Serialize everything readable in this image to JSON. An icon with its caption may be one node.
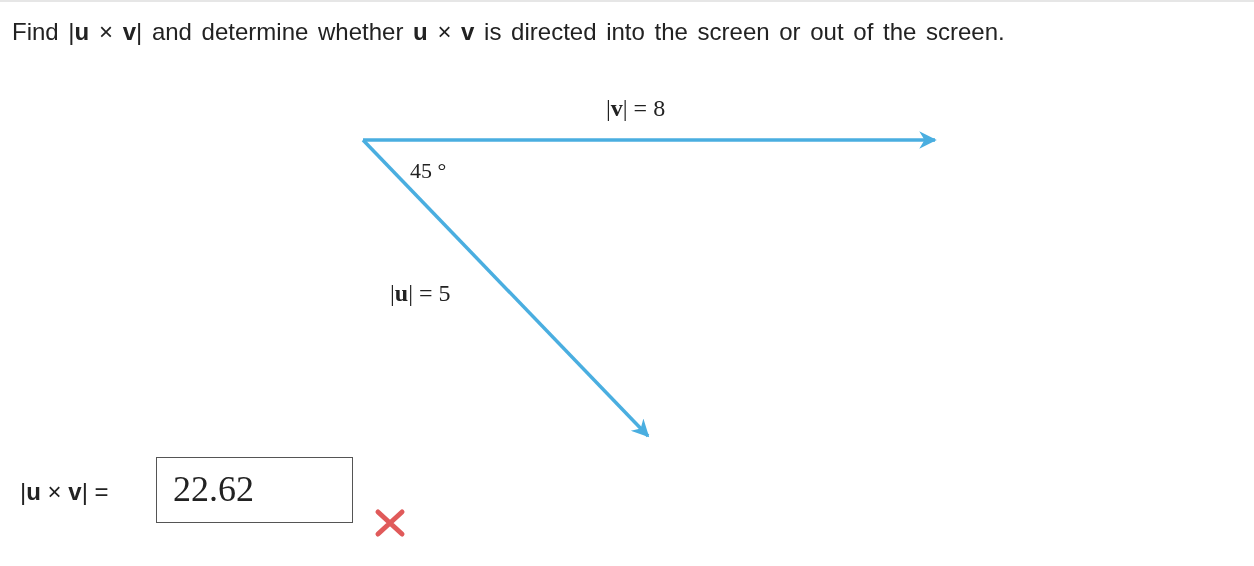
{
  "diagram": {
    "title": "Find |**u** × **v**| and determine whether **u** × **v** is directed into the screen or out of the screen.",
    "labels": [
      "|**v**| = 8",
      "45 °",
      "|**u**| = 5",
      "|**u** × **v**| =",
      "22.62"
    ]
  }
}
